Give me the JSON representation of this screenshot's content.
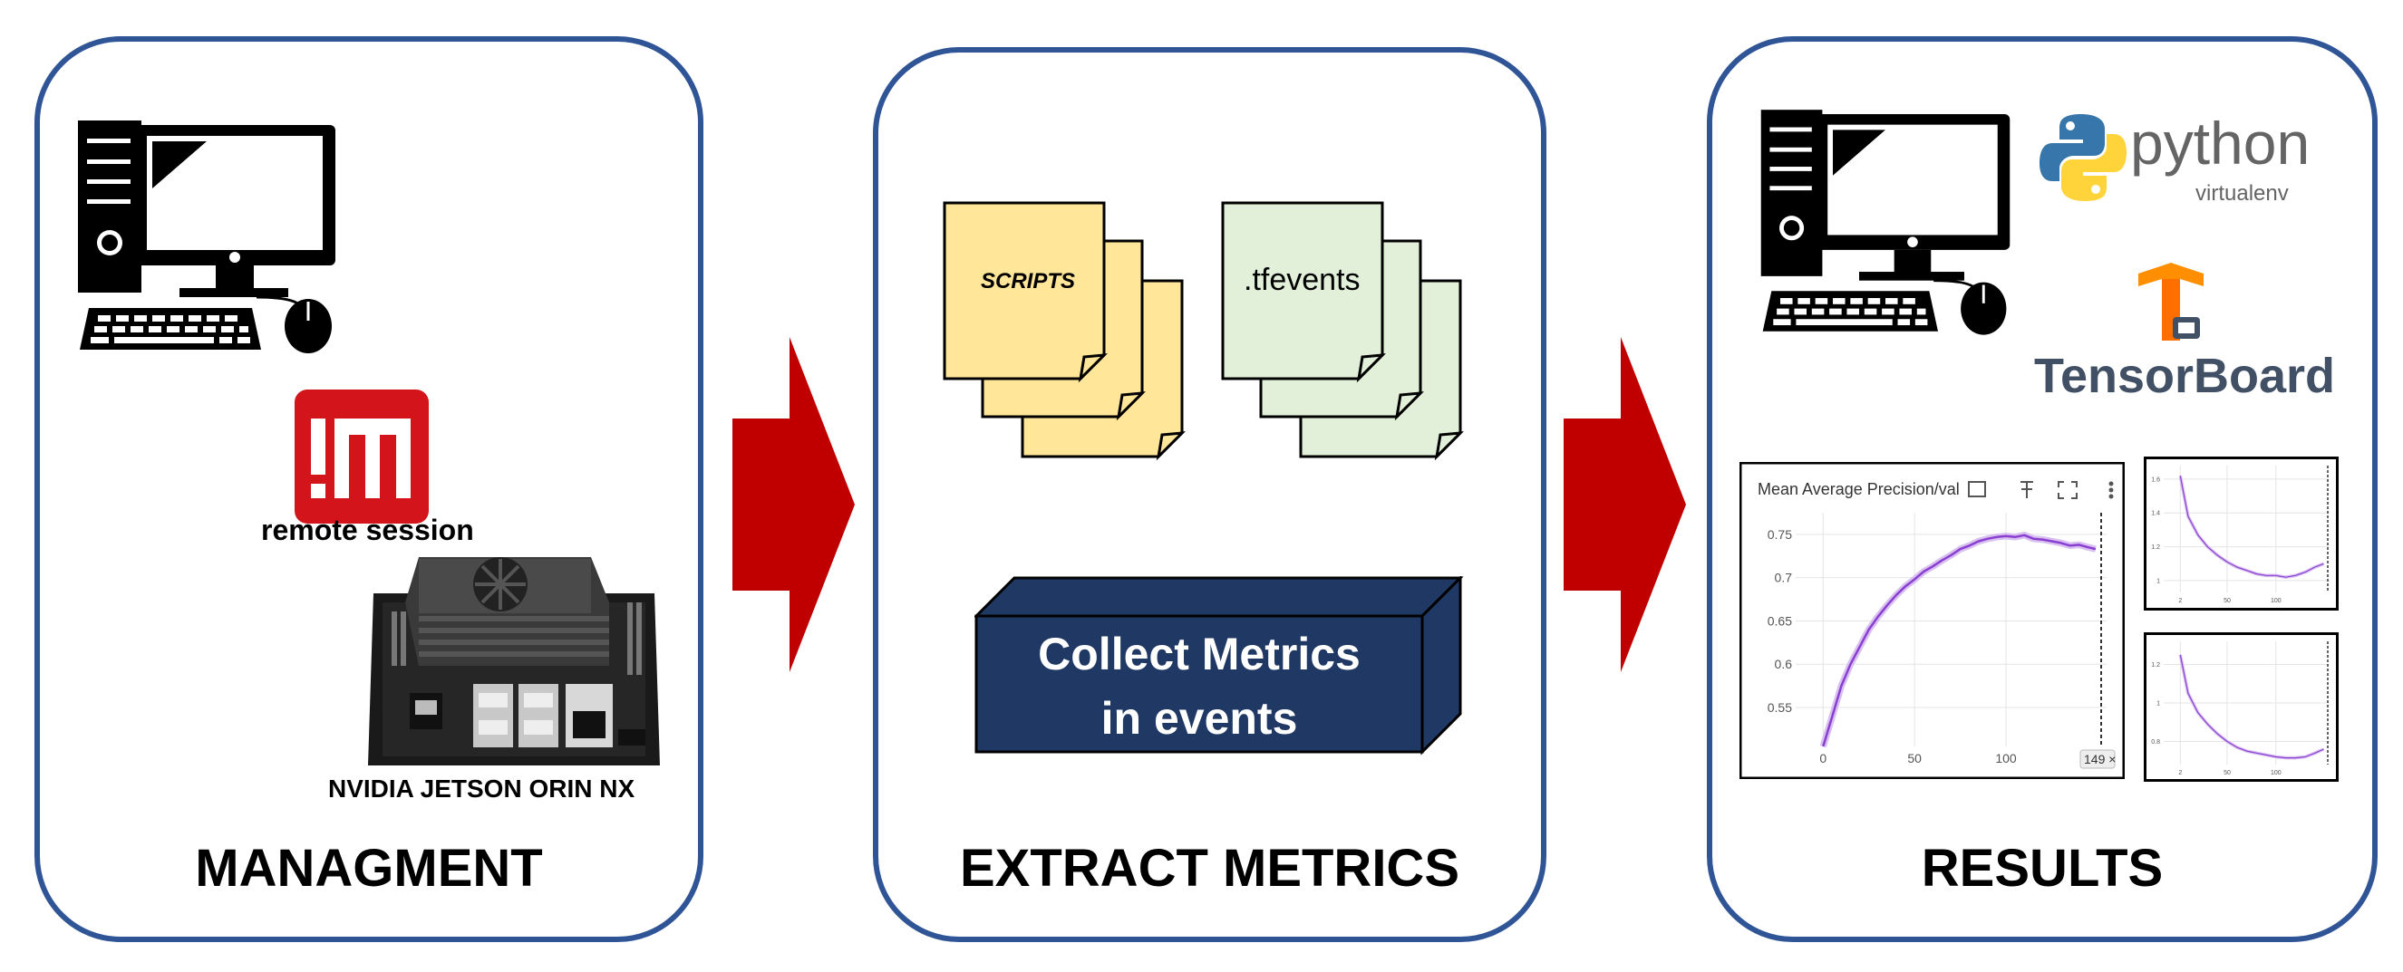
{
  "panels": {
    "management": {
      "title": "MANAGMENT",
      "remote_label": "remote session",
      "device_label": "NVIDIA JETSON ORIN NX"
    },
    "extract": {
      "title": "EXTRACT METRICS",
      "doc1_label": "SCRIPTS",
      "doc2_label": ".tfevents",
      "box_line1": "Collect Metrics",
      "box_line2": "in events"
    },
    "results": {
      "title": "RESULTS",
      "python_label": "python",
      "virtualenv_label": "virtualenv",
      "tensorboard_label": "TensorBoard",
      "chart_title": "Mean Average Precision/val",
      "chart_badge": "149 ×"
    }
  },
  "colors": {
    "panel_border": "#2f5597",
    "arrow": "#c00000",
    "doc_yellow": "#ffe699",
    "doc_green": "#e2f0d9",
    "box_fill": "#203864",
    "series": "#8a3fd1"
  },
  "chart_data": [
    {
      "type": "line",
      "title": "Mean Average Precision/val",
      "x": [
        0,
        5,
        10,
        15,
        20,
        25,
        30,
        35,
        40,
        45,
        50,
        55,
        60,
        65,
        70,
        75,
        80,
        85,
        90,
        95,
        100,
        105,
        110,
        115,
        120,
        125,
        130,
        135,
        140,
        145,
        149
      ],
      "series": [
        {
          "values": [
            0.505,
            0.54,
            0.575,
            0.6,
            0.62,
            0.64,
            0.655,
            0.668,
            0.68,
            0.69,
            0.698,
            0.707,
            0.713,
            0.72,
            0.726,
            0.733,
            0.737,
            0.742,
            0.745,
            0.747,
            0.748,
            0.747,
            0.749,
            0.745,
            0.744,
            0.742,
            0.74,
            0.737,
            0.738,
            0.735,
            0.733
          ]
        }
      ],
      "xticks": [
        0,
        50,
        100
      ],
      "yticks": [
        0.55,
        0.6,
        0.65,
        0.7,
        0.75
      ],
      "xlim": [
        -15,
        155
      ],
      "ylim": [
        0.505,
        0.775
      ],
      "grid": true
    },
    {
      "type": "line",
      "x": [
        2,
        10,
        20,
        30,
        40,
        50,
        60,
        70,
        80,
        90,
        100,
        110,
        120,
        130,
        140,
        149
      ],
      "series": [
        {
          "values": [
            1.62,
            1.38,
            1.27,
            1.2,
            1.15,
            1.11,
            1.08,
            1.06,
            1.04,
            1.03,
            1.03,
            1.02,
            1.03,
            1.05,
            1.08,
            1.1
          ]
        }
      ],
      "xticks": [
        2,
        50,
        100
      ],
      "yticks": [
        1,
        1.2,
        1.4,
        1.6
      ],
      "xlim": [
        -15,
        155
      ],
      "ylim": [
        0.93,
        1.68
      ],
      "grid": true
    },
    {
      "type": "line",
      "x": [
        2,
        10,
        20,
        30,
        40,
        50,
        60,
        70,
        80,
        90,
        100,
        110,
        120,
        130,
        140,
        149
      ],
      "series": [
        {
          "values": [
            1.25,
            1.05,
            0.95,
            0.89,
            0.84,
            0.8,
            0.77,
            0.75,
            0.74,
            0.73,
            0.72,
            0.715,
            0.715,
            0.72,
            0.74,
            0.76
          ]
        }
      ],
      "xticks": [
        2,
        50,
        100
      ],
      "yticks": [
        0.8,
        1,
        1.2
      ],
      "xlim": [
        -15,
        155
      ],
      "ylim": [
        0.68,
        1.32
      ],
      "grid": true
    }
  ]
}
